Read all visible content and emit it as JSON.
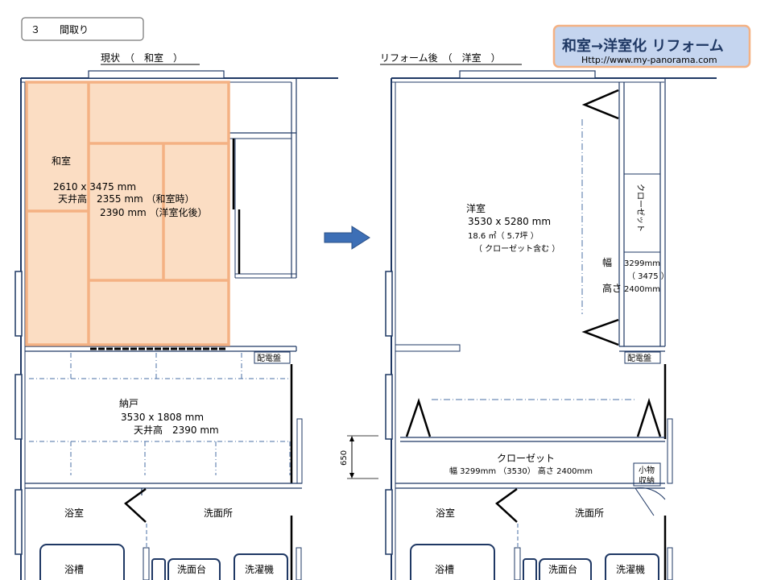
{
  "section_title": "３　　間取り",
  "before": {
    "heading": "現状　（　和室　）",
    "washitsu": {
      "name": "和室",
      "size": "2610 x 3475 mm",
      "ceiling_label": "天井高　2355 mm （和室時）",
      "ceiling_after": "2390 mm （洋室化後）"
    },
    "nando": {
      "name": "納戸",
      "size": "3530 x 1808 mm",
      "ceiling": "天井高　2390 mm"
    },
    "panel": "配電盤",
    "bath": "浴室",
    "washroom": "洗面所",
    "tub": "浴槽",
    "sink": "洗面台",
    "washer": "洗濯機"
  },
  "after": {
    "heading": "リフォーム後　（　洋室　）",
    "room": {
      "name": "洋室",
      "size": "3530 x 5280 mm",
      "area": "18.6 ㎡（ 5.7坪 ）",
      "note": "（ クローゼット含む ）"
    },
    "closet_side": {
      "label": "クローゼット",
      "width_label": "幅",
      "width_value": "3299mm",
      "width_alt": "（ 3475 ）",
      "height_label": "高さ",
      "height_value": "2400mm"
    },
    "closet_bottom": {
      "label": "クローゼット",
      "detail": "幅 3299mm （3530） 高さ 2400mm"
    },
    "storage": [
      "小物",
      "収納"
    ],
    "dimension": "650",
    "panel": "配電盤",
    "bath": "浴室",
    "washroom": "洗面所",
    "tub": "浴槽",
    "sink": "洗面台",
    "washer": "洗濯機"
  },
  "banner": {
    "title": "和室→洋室化 リフォーム",
    "url": "Http://www.my-panorama.com"
  },
  "colors": {
    "wall": "#1f3864",
    "tatami_fill": "#fad7b8",
    "tatami_border": "#f4b183",
    "arrow": "#3d6fb6",
    "banner_fill": "#c5d5ef",
    "banner_border": "#f4b183",
    "banner_title": "#1f3864"
  }
}
